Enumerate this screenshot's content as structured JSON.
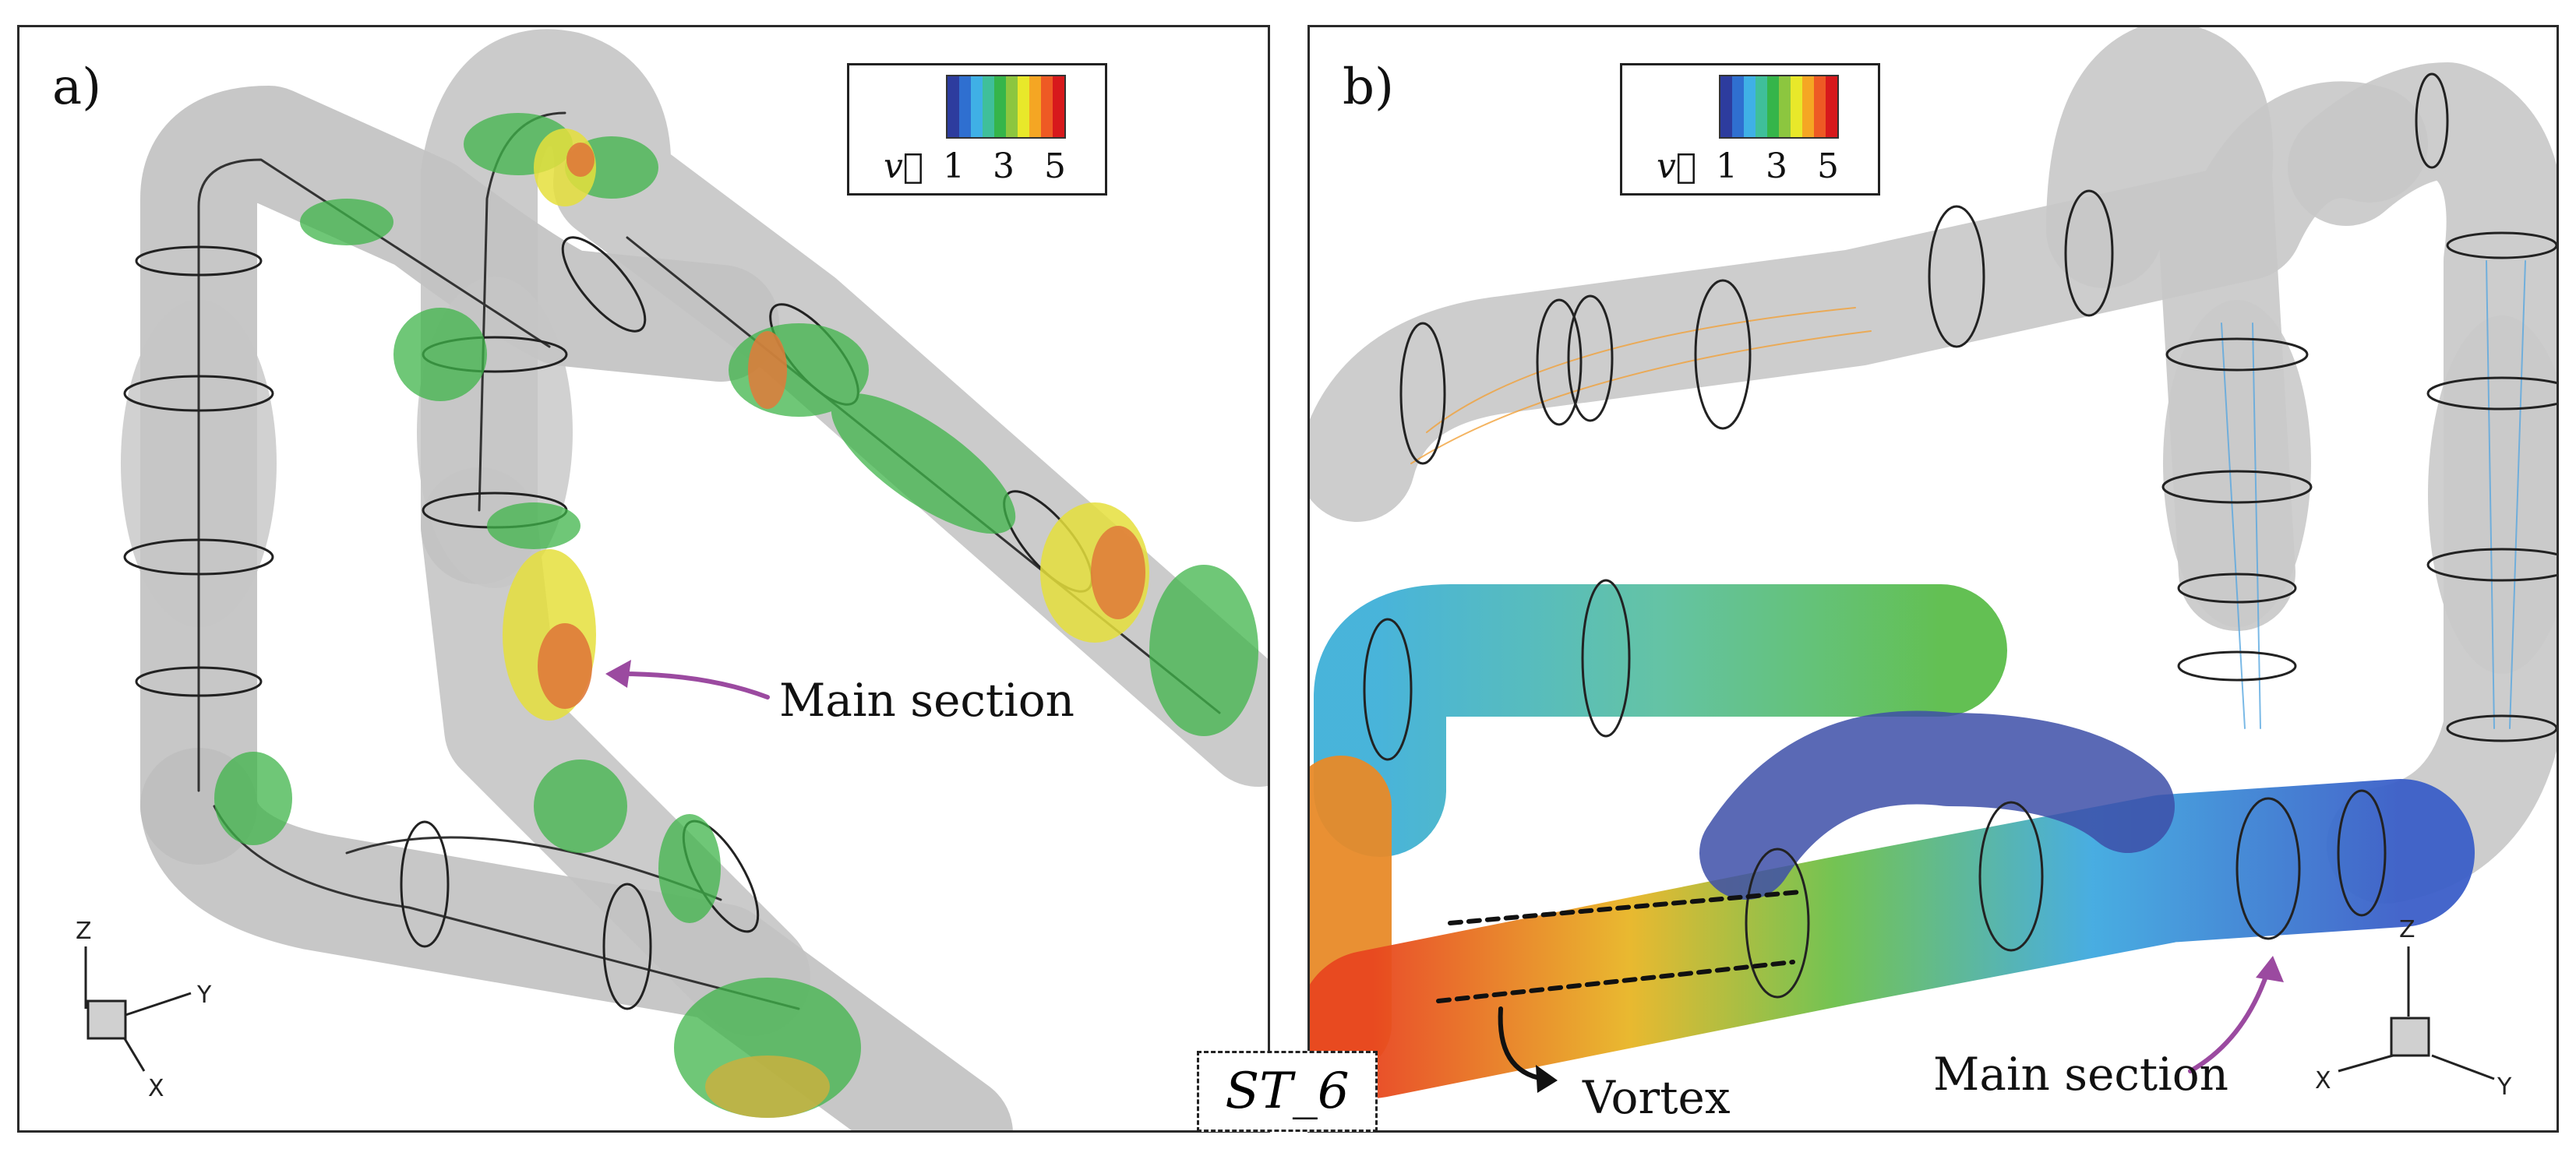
{
  "panels": [
    {
      "letter": "a)"
    },
    {
      "letter": "b)"
    }
  ],
  "legend": {
    "symbol": "v⃗",
    "ticks": [
      "1",
      "3",
      "5"
    ],
    "colors": [
      "#2d3c9e",
      "#2f6fd0",
      "#3fb0e6",
      "#3fbf9a",
      "#35b54a",
      "#8cc63f",
      "#e8e82a",
      "#f5a623",
      "#ee5a24",
      "#d7191c"
    ]
  },
  "annotations": {
    "main_section_a": "Main section",
    "main_section_b": "Main section",
    "vortex": "Vortex",
    "center_label": "ST_6"
  },
  "axes": {
    "z": "Z",
    "y": "Y",
    "x": "X"
  },
  "colors": {
    "pipe": "#c4c4c4",
    "arrow_accent": "#9b4aa0",
    "iso_green": "#3fb54a",
    "iso_yellow": "#e5df3c",
    "iso_orange": "#e07a3a"
  }
}
